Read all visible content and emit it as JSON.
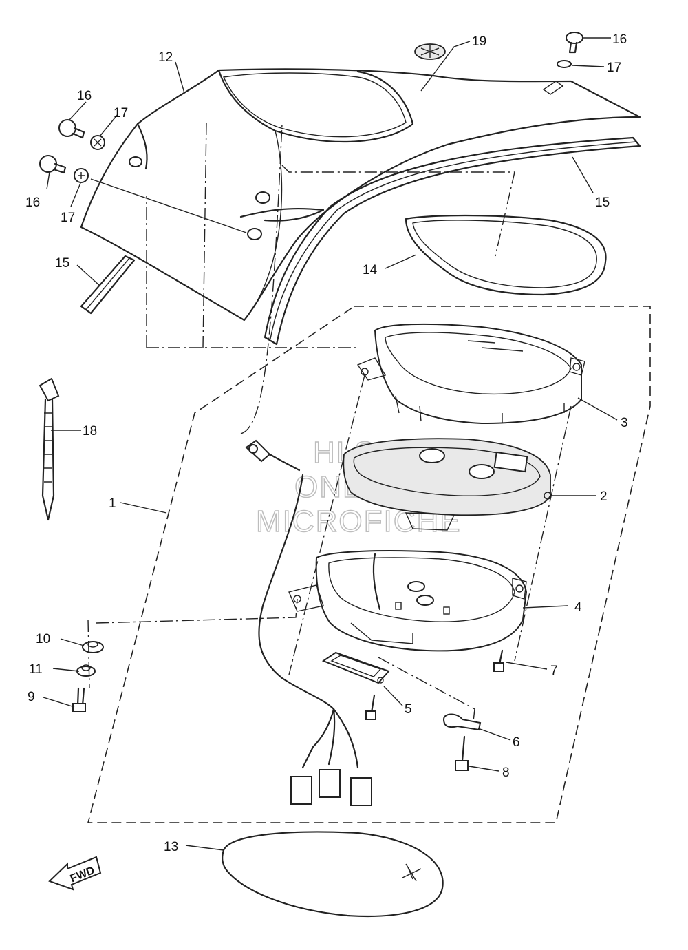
{
  "watermark": {
    "line1": "HLSM",
    "line2": "ONLINE",
    "line3": "MICROFICHE"
  },
  "direction": {
    "label": "FWD",
    "icon": "arrow-left-icon"
  },
  "callouts": [
    {
      "id": "c1",
      "label": "1"
    },
    {
      "id": "c2",
      "label": "2"
    },
    {
      "id": "c3",
      "label": "3"
    },
    {
      "id": "c4",
      "label": "4"
    },
    {
      "id": "c5",
      "label": "5"
    },
    {
      "id": "c6",
      "label": "6"
    },
    {
      "id": "c7",
      "label": "7"
    },
    {
      "id": "c8",
      "label": "8"
    },
    {
      "id": "c9",
      "label": "9"
    },
    {
      "id": "c10",
      "label": "10"
    },
    {
      "id": "c11",
      "label": "11"
    },
    {
      "id": "c12",
      "label": "12"
    },
    {
      "id": "c13",
      "label": "13"
    },
    {
      "id": "c14",
      "label": "14"
    },
    {
      "id": "c15a",
      "label": "15"
    },
    {
      "id": "c15b",
      "label": "15"
    },
    {
      "id": "c16a",
      "label": "16"
    },
    {
      "id": "c16b",
      "label": "16"
    },
    {
      "id": "c16c",
      "label": "16"
    },
    {
      "id": "c17a",
      "label": "17"
    },
    {
      "id": "c17b",
      "label": "17"
    },
    {
      "id": "c17c",
      "label": "17"
    },
    {
      "id": "c18",
      "label": "18"
    },
    {
      "id": "c19",
      "label": "19"
    }
  ]
}
